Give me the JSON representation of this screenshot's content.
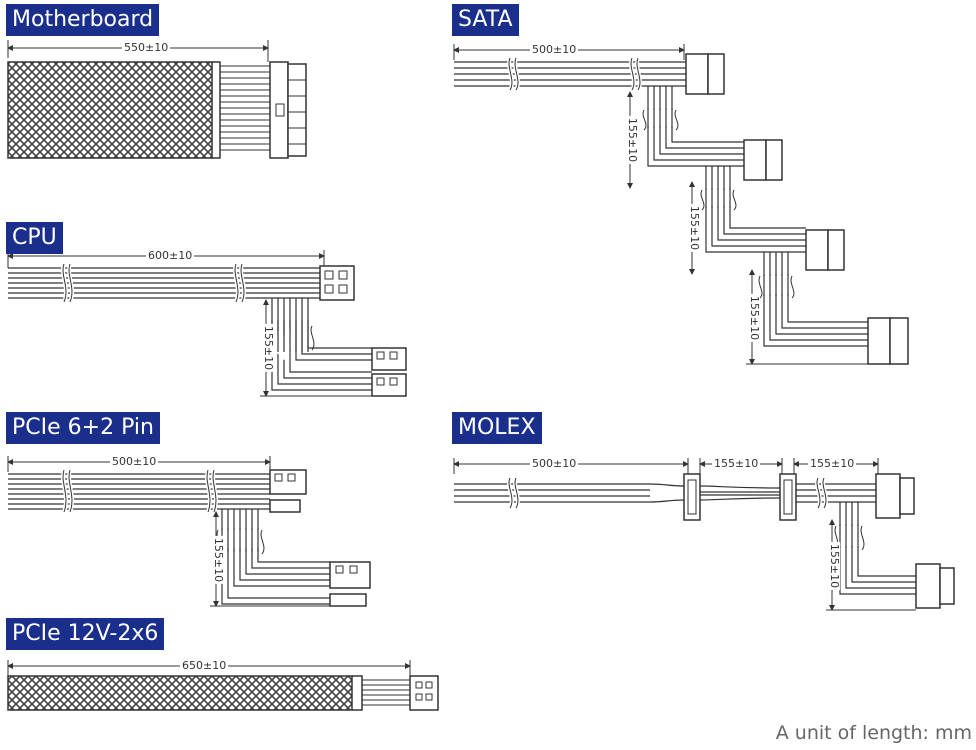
{
  "cables": {
    "motherboard": {
      "title": "Motherboard",
      "length": "550±10"
    },
    "cpu": {
      "title": "CPU",
      "length": "600±10",
      "spacing": "155±10"
    },
    "pcie": {
      "title": "PCIe 6+2 Pin",
      "length": "500±10",
      "spacing": "155±10"
    },
    "pcie12v": {
      "title": "PCIe 12V-2x6",
      "length": "650±10"
    },
    "sata": {
      "title": "SATA",
      "length": "500±10",
      "spacing_1": "155±10",
      "spacing_2": "155±10",
      "spacing_3": "155±10"
    },
    "molex": {
      "title": "MOLEX",
      "length": "500±10",
      "spacing_1": "155±10",
      "spacing_2": "155±10",
      "spacing_3": "155±10"
    }
  },
  "footer": {
    "unit_note": "A unit of length: mm"
  },
  "colors": {
    "title_bg": "#1a2f8c",
    "title_text": "#ffffff",
    "line": "#333333"
  }
}
